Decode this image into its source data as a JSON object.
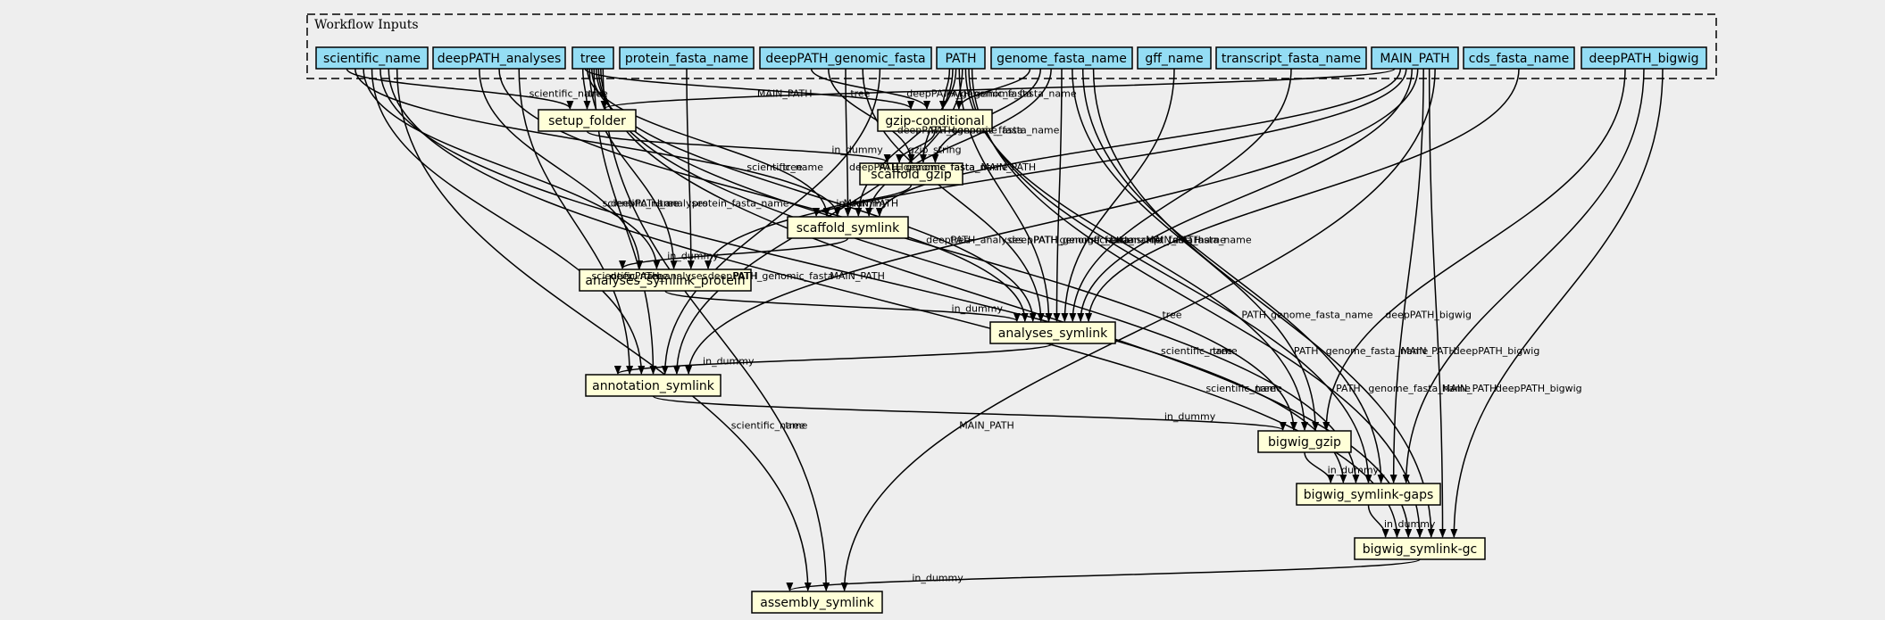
{
  "cluster": {
    "title": "Workflow Inputs"
  },
  "inputs": [
    {
      "id": "scientific_name",
      "label": "scientific_name"
    },
    {
      "id": "deepPATH_analyses",
      "label": "deepPATH_analyses"
    },
    {
      "id": "tree",
      "label": "tree"
    },
    {
      "id": "protein_fasta_name",
      "label": "protein_fasta_name"
    },
    {
      "id": "deepPATH_genomic_fasta",
      "label": "deepPATH_genomic_fasta"
    },
    {
      "id": "PATH",
      "label": "PATH"
    },
    {
      "id": "genome_fasta_name",
      "label": "genome_fasta_name"
    },
    {
      "id": "gff_name",
      "label": "gff_name"
    },
    {
      "id": "transcript_fasta_name",
      "label": "transcript_fasta_name"
    },
    {
      "id": "MAIN_PATH",
      "label": "MAIN_PATH"
    },
    {
      "id": "cds_fasta_name",
      "label": "cds_fasta_name"
    },
    {
      "id": "deepPATH_bigwig",
      "label": "deepPATH_bigwig"
    }
  ],
  "steps": [
    {
      "id": "setup_folder",
      "label": "setup_folder"
    },
    {
      "id": "gzip_conditional",
      "label": "gzip-conditional"
    },
    {
      "id": "scaffold_gzip",
      "label": "scaffold_gzip"
    },
    {
      "id": "scaffold_symlink",
      "label": "scaffold_symlink"
    },
    {
      "id": "analyses_symlink_protein",
      "label": "analyses_symlink_protein"
    },
    {
      "id": "analyses_symlink",
      "label": "analyses_symlink"
    },
    {
      "id": "annotation_symlink",
      "label": "annotation_symlink"
    },
    {
      "id": "bigwig_gzip",
      "label": "bigwig_gzip"
    },
    {
      "id": "bigwig_symlink_gaps",
      "label": "bigwig_symlink-gaps"
    },
    {
      "id": "bigwig_symlink_gc",
      "label": "bigwig_symlink-gc"
    },
    {
      "id": "assembly_symlink",
      "label": "assembly_symlink"
    }
  ],
  "edges": [
    {
      "from": "scientific_name",
      "to": "setup_folder",
      "label": "scientific_name"
    },
    {
      "from": "tree",
      "to": "setup_folder",
      "label": "tree"
    },
    {
      "from": "MAIN_PATH",
      "to": "setup_folder",
      "label": "MAIN_PATH"
    },
    {
      "from": "tree",
      "to": "gzip_conditional",
      "label": "tree"
    },
    {
      "from": "deepPATH_genomic_fasta",
      "to": "gzip_conditional",
      "label": "deepPATH_genomic_fasta"
    },
    {
      "from": "PATH",
      "to": "gzip_conditional",
      "label": "PATH"
    },
    {
      "from": "genome_fasta_name",
      "to": "gzip_conditional",
      "label": "genome_fasta_name"
    },
    {
      "from": "setup_folder",
      "to": "scaffold_gzip",
      "label": "in_dummy"
    },
    {
      "from": "gzip_conditional",
      "to": "scaffold_gzip",
      "label": "gzip_string"
    },
    {
      "from": "deepPATH_genomic_fasta",
      "to": "scaffold_gzip",
      "label": "deepPATH_genomic_fasta"
    },
    {
      "from": "PATH",
      "to": "scaffold_gzip",
      "label": "PATH"
    },
    {
      "from": "genome_fasta_name",
      "to": "scaffold_gzip",
      "label": "genome_fasta_name"
    },
    {
      "from": "scaffold_gzip",
      "to": "scaffold_symlink",
      "label": "in_dummy"
    },
    {
      "from": "tree",
      "to": "scaffold_symlink",
      "label": "tree"
    },
    {
      "from": "scientific_name",
      "to": "scaffold_symlink",
      "label": "scientific_name"
    },
    {
      "from": "deepPATH_genomic_fasta",
      "to": "scaffold_symlink",
      "label": "deepPATH_genomic_fasta"
    },
    {
      "from": "PATH",
      "to": "scaffold_symlink",
      "label": "PATH"
    },
    {
      "from": "genome_fasta_name",
      "to": "scaffold_symlink",
      "label": "genome_fasta_name"
    },
    {
      "from": "MAIN_PATH",
      "to": "scaffold_symlink",
      "label": "MAIN_PATH"
    },
    {
      "from": "scaffold_symlink",
      "to": "analyses_symlink_protein",
      "label": "in_dummy"
    },
    {
      "from": "deepPATH_analyses",
      "to": "analyses_symlink_protein",
      "label": "deepPATH_analyses"
    },
    {
      "from": "scientific_name",
      "to": "analyses_symlink_protein",
      "label": "scientific_name"
    },
    {
      "from": "tree",
      "to": "analyses_symlink_protein",
      "label": "tree"
    },
    {
      "from": "protein_fasta_name",
      "to": "analyses_symlink_protein",
      "label": "protein_fasta_name"
    },
    {
      "from": "MAIN_PATH",
      "to": "analyses_symlink_protein",
      "label": "MAIN_PATH"
    },
    {
      "from": "analyses_symlink_protein",
      "to": "analyses_symlink",
      "label": "in_dummy"
    },
    {
      "from": "deepPATH_analyses",
      "to": "analyses_symlink",
      "label": "deepPATH_analyses"
    },
    {
      "from": "tree",
      "to": "analyses_symlink",
      "label": "tree"
    },
    {
      "from": "deepPATH_genomic_fasta",
      "to": "analyses_symlink",
      "label": "deepPATH_genomic_fasta"
    },
    {
      "from": "PATH",
      "to": "analyses_symlink",
      "label": "PATH"
    },
    {
      "from": "genome_fasta_name",
      "to": "analyses_symlink",
      "label": "genome_fasta_name"
    },
    {
      "from": "gff_name",
      "to": "analyses_symlink",
      "label": "gff_name"
    },
    {
      "from": "transcript_fasta_name",
      "to": "analyses_symlink",
      "label": "transcript_fasta_name"
    },
    {
      "from": "MAIN_PATH",
      "to": "analyses_symlink",
      "label": "MAIN_PATH"
    },
    {
      "from": "cds_fasta_name",
      "to": "analyses_symlink",
      "label": "cds_fasta_name"
    },
    {
      "from": "analyses_symlink",
      "to": "annotation_symlink",
      "label": "in_dummy"
    },
    {
      "from": "deepPATH_analyses",
      "to": "annotation_symlink",
      "label": "deepPATH_analyses"
    },
    {
      "from": "scientific_name",
      "to": "annotation_symlink",
      "label": "scientific_name"
    },
    {
      "from": "tree",
      "to": "annotation_symlink",
      "label": "tree"
    },
    {
      "from": "deepPATH_genomic_fasta",
      "to": "annotation_symlink",
      "label": "deepPATH_genomic_fasta"
    },
    {
      "from": "PATH",
      "to": "annotation_symlink",
      "label": "PATH"
    },
    {
      "from": "MAIN_PATH",
      "to": "annotation_symlink",
      "label": "MAIN_PATH"
    },
    {
      "from": "annotation_symlink",
      "to": "bigwig_gzip",
      "label": "in_dummy"
    },
    {
      "from": "tree",
      "to": "bigwig_gzip",
      "label": "tree"
    },
    {
      "from": "PATH",
      "to": "bigwig_gzip",
      "label": "PATH"
    },
    {
      "from": "genome_fasta_name",
      "to": "bigwig_gzip",
      "label": "genome_fasta_name"
    },
    {
      "from": "deepPATH_bigwig",
      "to": "bigwig_gzip",
      "label": "deepPATH_bigwig"
    },
    {
      "from": "bigwig_gzip",
      "to": "bigwig_symlink_gaps",
      "label": "in_dummy"
    },
    {
      "from": "scientific_name",
      "to": "bigwig_symlink_gaps",
      "label": "scientific_name"
    },
    {
      "from": "tree",
      "to": "bigwig_symlink_gaps",
      "label": "tree"
    },
    {
      "from": "PATH",
      "to": "bigwig_symlink_gaps",
      "label": "PATH"
    },
    {
      "from": "genome_fasta_name",
      "to": "bigwig_symlink_gaps",
      "label": "genome_fasta_name"
    },
    {
      "from": "MAIN_PATH",
      "to": "bigwig_symlink_gaps",
      "label": "MAIN_PATH"
    },
    {
      "from": "deepPATH_bigwig",
      "to": "bigwig_symlink_gaps",
      "label": "deepPATH_bigwig"
    },
    {
      "from": "bigwig_symlink_gaps",
      "to": "bigwig_symlink_gc",
      "label": "in_dummy"
    },
    {
      "from": "scientific_name",
      "to": "bigwig_symlink_gc",
      "label": "scientific_name"
    },
    {
      "from": "tree",
      "to": "bigwig_symlink_gc",
      "label": "tree"
    },
    {
      "from": "PATH",
      "to": "bigwig_symlink_gc",
      "label": "PATH"
    },
    {
      "from": "genome_fasta_name",
      "to": "bigwig_symlink_gc",
      "label": "genome_fasta_name"
    },
    {
      "from": "MAIN_PATH",
      "to": "bigwig_symlink_gc",
      "label": "MAIN_PATH"
    },
    {
      "from": "deepPATH_bigwig",
      "to": "bigwig_symlink_gc",
      "label": "deepPATH_bigwig"
    },
    {
      "from": "bigwig_symlink_gc",
      "to": "assembly_symlink",
      "label": "in_dummy"
    },
    {
      "from": "scientific_name",
      "to": "assembly_symlink",
      "label": "scientific_name"
    },
    {
      "from": "tree",
      "to": "assembly_symlink",
      "label": "tree"
    },
    {
      "from": "MAIN_PATH",
      "to": "assembly_symlink",
      "label": "MAIN_PATH"
    }
  ],
  "colors": {
    "input_fill": "#94DDF4",
    "step_fill": "#FFFFD8",
    "background": "#EEEEEE"
  }
}
